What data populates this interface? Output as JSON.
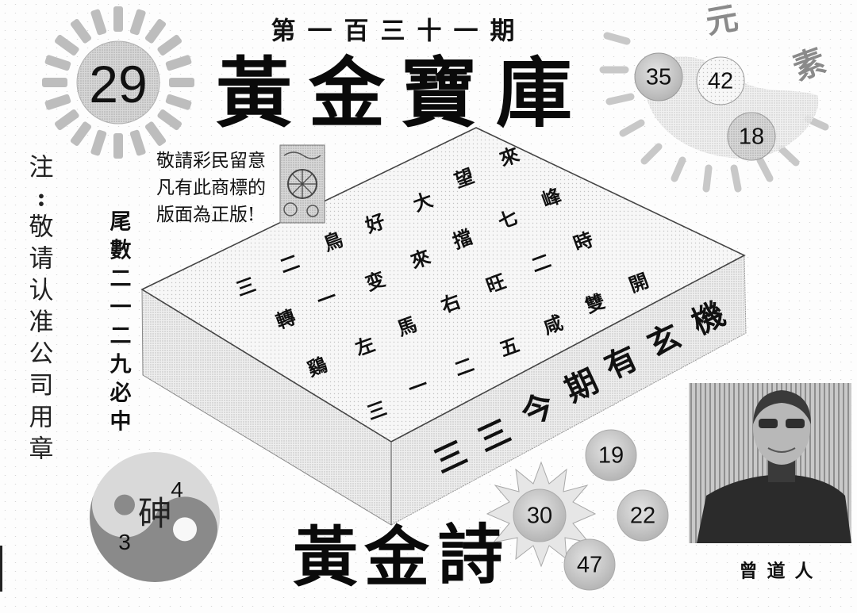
{
  "issue_title": [
    "第",
    "一",
    "百",
    "三",
    "十",
    "一",
    "期"
  ],
  "main_title": [
    "黃",
    "金",
    "寶",
    "庫"
  ],
  "left_sun": {
    "number": "29",
    "icon": "sun-icon"
  },
  "corner_chars": [
    "元",
    "素"
  ],
  "top_right_balls": [
    "35",
    "42",
    "18"
  ],
  "notice": {
    "lines": [
      "敬請彩民留意",
      "凡有此商標的",
      "版面為正版!"
    ],
    "stamp_icon": "trademark-stamp-icon"
  },
  "left_note": {
    "chars": [
      "注",
      ":",
      "敬",
      "请",
      "认",
      "准",
      "公",
      "司",
      "用",
      "章"
    ]
  },
  "tail_hint": {
    "chars": [
      "尾",
      "數",
      "二",
      "一",
      "二",
      "九",
      "必",
      "中"
    ]
  },
  "grid": {
    "rows": [
      [
        "三",
        "二",
        "鳥",
        "好",
        "大",
        "望",
        "來"
      ],
      [
        "轉",
        "一",
        "变",
        "來",
        "擋",
        "七",
        "峰"
      ],
      [
        "鷄",
        "左",
        "馬",
        "右",
        "旺",
        "二",
        "時"
      ],
      [
        "三",
        "一",
        "二",
        "五",
        "咸",
        "雙",
        "開"
      ]
    ]
  },
  "side_slogan": [
    "三",
    "三",
    "今",
    "期",
    "有",
    "玄",
    "機"
  ],
  "yinyang": {
    "char": "砷",
    "num_top": "4",
    "num_bottom": "3",
    "icon": "yin-yang-icon"
  },
  "poem_title": [
    "黃",
    "金",
    "詩"
  ],
  "bottom_balls": [
    "19",
    "30",
    "22",
    "47"
  ],
  "photo": {
    "caption": "曾道人",
    "icon": "portrait-photo"
  },
  "colors": {
    "ink": "#111111",
    "ball": "#cfcfcf",
    "yin": "#8a8a8a",
    "yang": "#d9d9d9"
  }
}
